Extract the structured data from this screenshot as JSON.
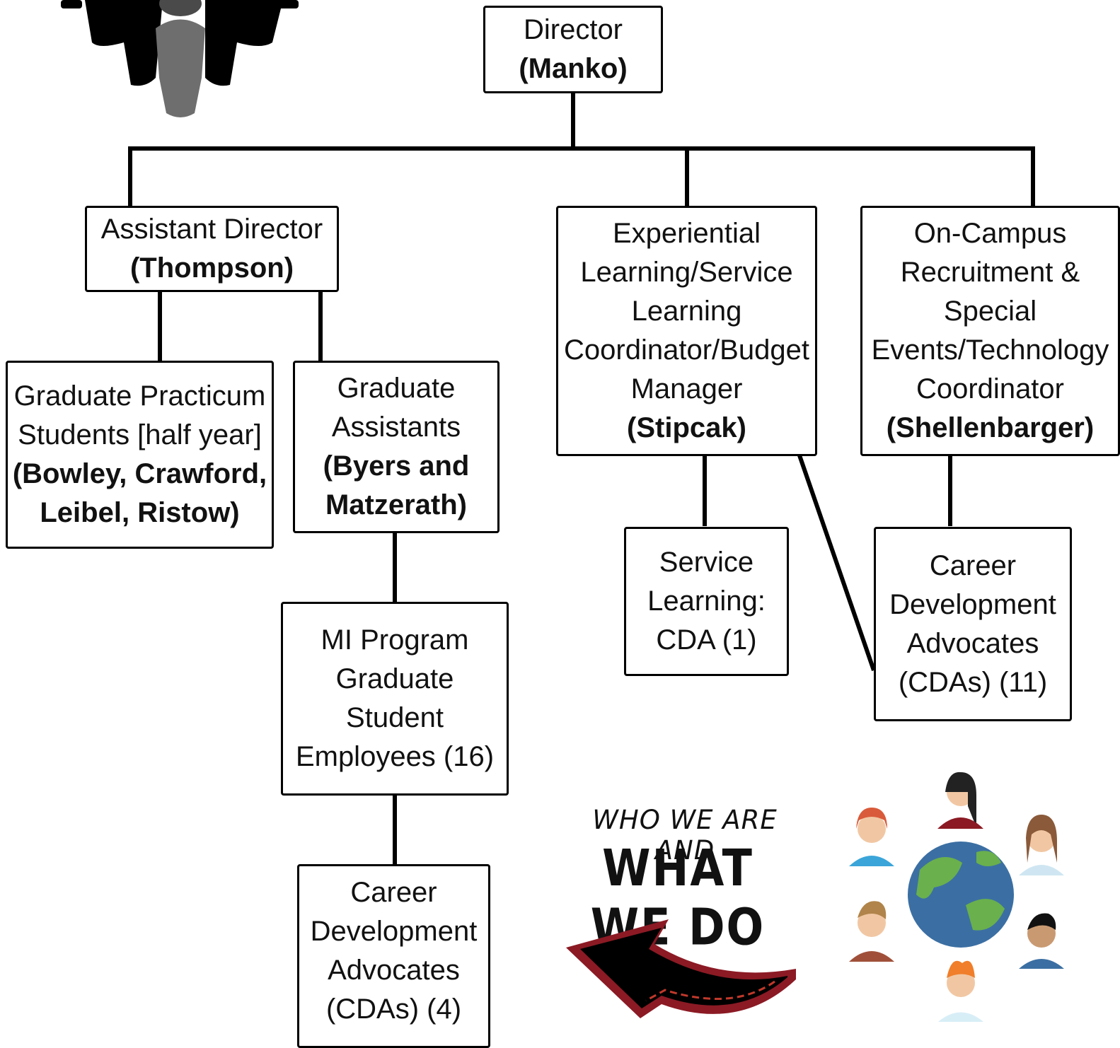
{
  "director": {
    "title": "Director",
    "name": "(Manko)"
  },
  "assistant_director": {
    "title": "Assistant Director",
    "name": "(Thompson)"
  },
  "experiential": {
    "title_lines": [
      "Experiential",
      "Learning/Service",
      "Learning",
      "Coordinator/Budget",
      "Manager"
    ],
    "name": "(Stipcak)"
  },
  "oncampus": {
    "title_lines": [
      "On-Campus",
      "Recruitment &",
      "Special",
      "Events/Technology",
      "Coordinator"
    ],
    "name": "(Shellenbarger)"
  },
  "practicum": {
    "title_lines": [
      "Graduate Practicum",
      "Students [half year]"
    ],
    "name_lines": [
      "(Bowley, Crawford,",
      "Leibel, Ristow)"
    ]
  },
  "grad_assistants": {
    "title_lines": [
      "Graduate",
      "Assistants"
    ],
    "name_lines": [
      "(Byers and",
      "Matzerath)"
    ]
  },
  "mi_program": {
    "title_lines": [
      "MI Program",
      "Graduate",
      "Student",
      "Employees (16)"
    ]
  },
  "cda_left": {
    "title_lines": [
      "Career",
      "Development",
      "Advocates",
      "(CDAs) (4)"
    ]
  },
  "service_learning": {
    "title_lines": [
      "Service",
      "Learning:",
      "CDA (1)"
    ]
  },
  "cda_right": {
    "title_lines": [
      "Career",
      "Development",
      "Advocates",
      "(CDAs) (11)"
    ]
  },
  "tagline": {
    "line1": "WHO WE ARE AND",
    "line2": "WHAT WE DO"
  },
  "colors": {
    "arrow": "#8b1a24",
    "globe_water": "#3b6fa3",
    "globe_land": "#6ab04c"
  },
  "icons": [
    "people-silhouette-icon",
    "curved-arrow-icon",
    "globe-people-icon"
  ]
}
